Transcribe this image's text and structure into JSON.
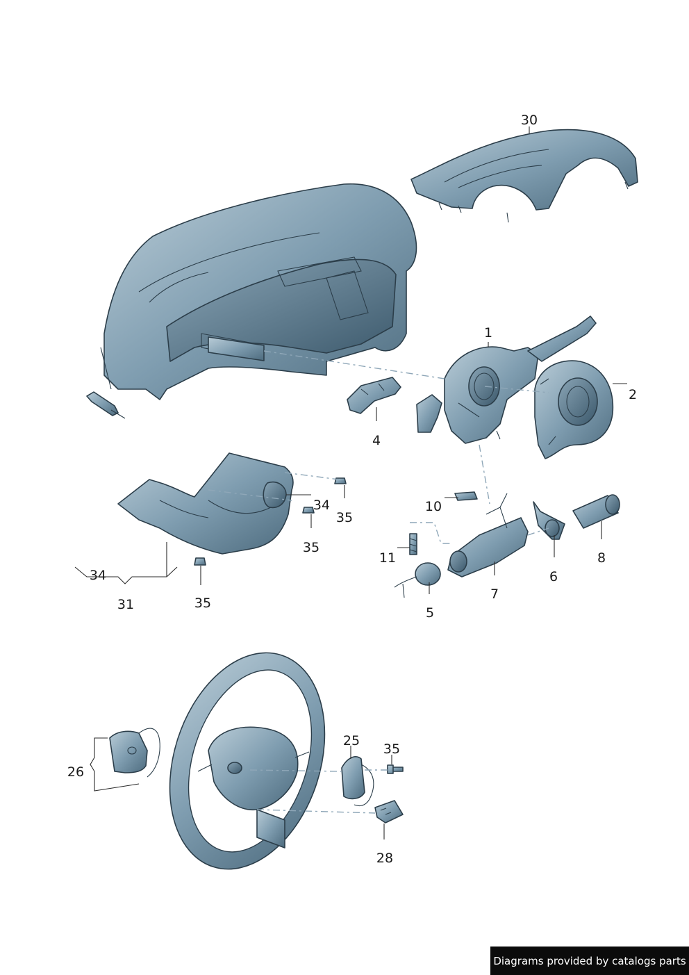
{
  "callouts": {
    "c1": "1",
    "c2": "2",
    "c4": "4",
    "c5": "5",
    "c6": "6",
    "c7": "7",
    "c8": "8",
    "c10": "10",
    "c11": "11",
    "c25": "25",
    "c26": "26",
    "c28": "28",
    "c30": "30",
    "c31": "31",
    "c34a": "34",
    "c34b": "34",
    "c35a": "35",
    "c35b": "35",
    "c35c": "35",
    "c35d": "35"
  },
  "footer": {
    "text": "Diagrams provided by catalogs parts"
  },
  "colors": {
    "part_light": "#9fb8c6",
    "part_mid": "#6f8fa3",
    "part_dark": "#3f5d70",
    "outline": "#2c3e4a"
  }
}
